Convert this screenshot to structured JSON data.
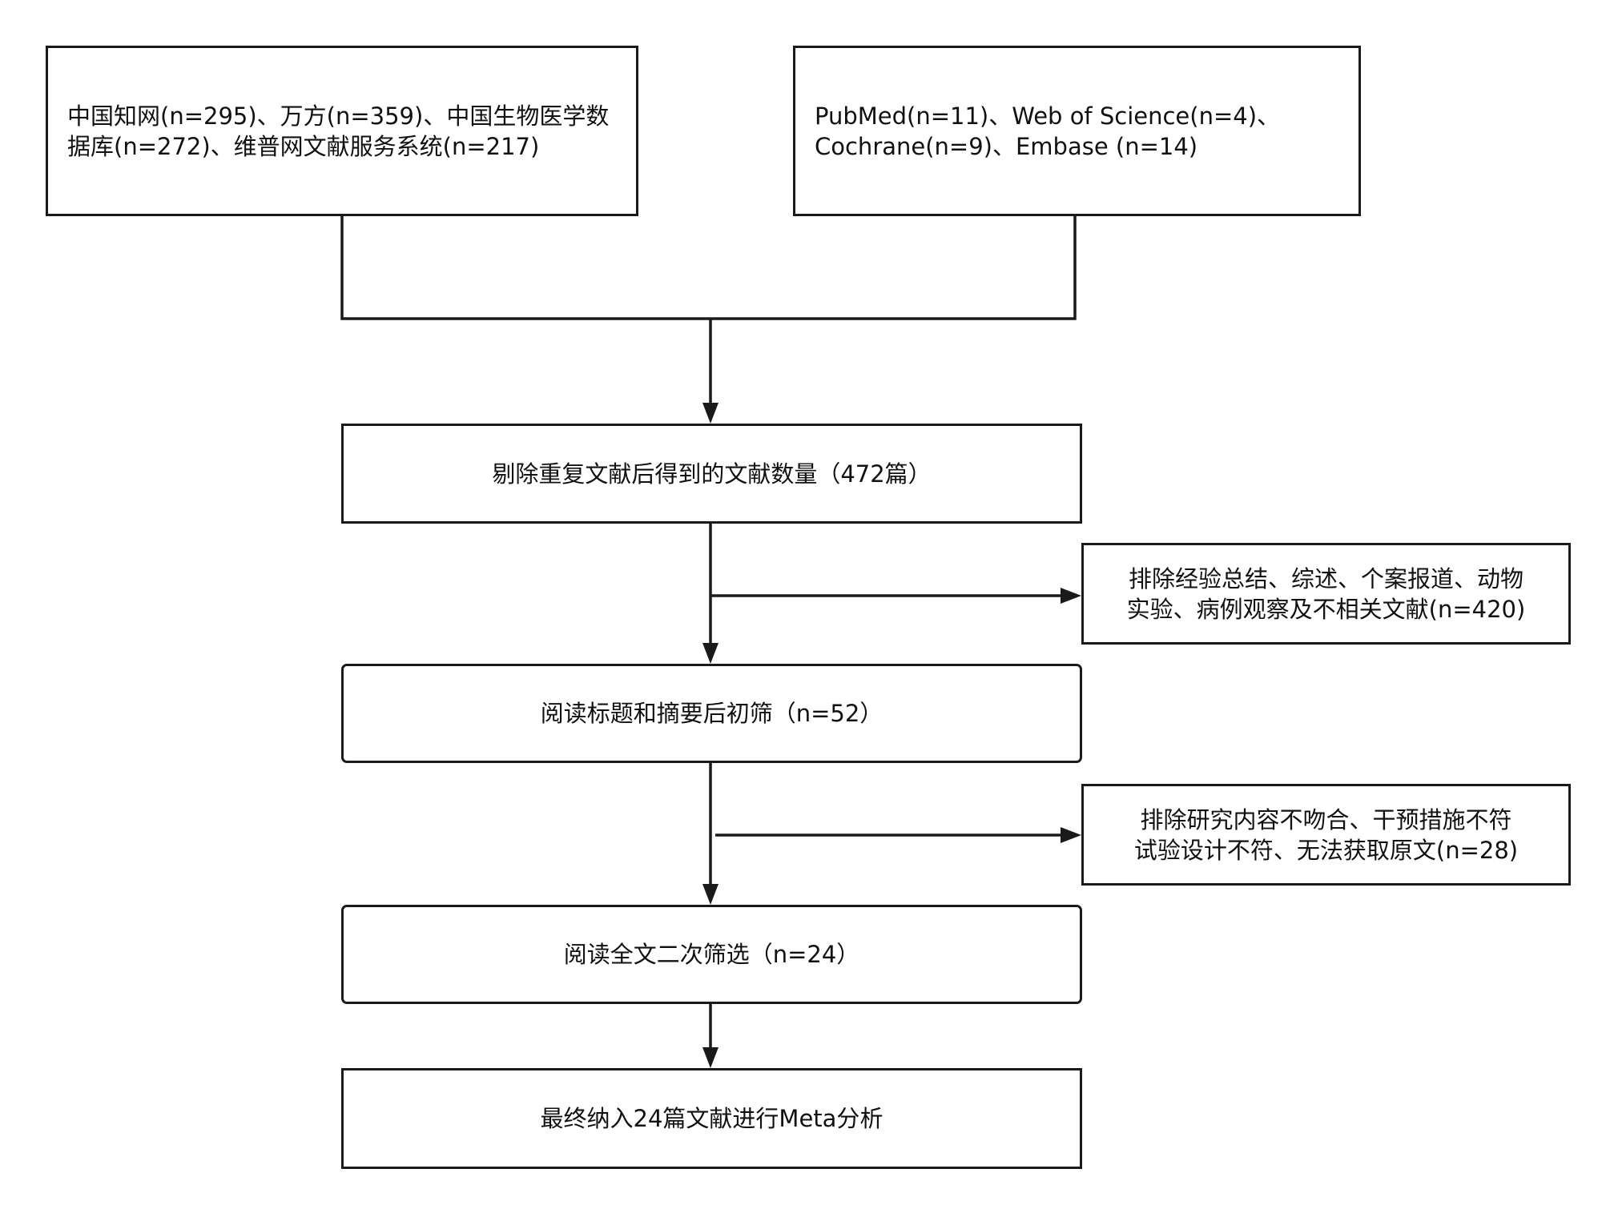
{
  "nodes": {
    "source_cn": {
      "lines": [
        "中国知网(n=295)、万方(n=359)、中国生物医学数",
        "据库(n=272)、维普网文献服务系统(n=217)"
      ]
    },
    "source_en": {
      "lines": [
        "PubMed(n=11)、Web of Science(n=4)、",
        "Cochrane(n=9)、Embase (n=14)"
      ]
    },
    "dedup": {
      "lines": [
        "剔除重复文献后得到的文献数量（472篇）"
      ]
    },
    "exclude_1": {
      "lines": [
        "排除经验总结、综述、个案报道、动物",
        "实验、病例观察及不相关文献(n=420)"
      ]
    },
    "title_abstract": {
      "lines": [
        "阅读标题和摘要后初筛（n=52）"
      ]
    },
    "exclude_2": {
      "lines": [
        "排除研究内容不吻合、干预措施不符",
        "试验设计不符、无法获取原文(n=28)"
      ]
    },
    "full_text": {
      "lines": [
        "阅读全文二次筛选（n=24）"
      ]
    },
    "final": {
      "lines": [
        "最终纳入24篇文献进行Meta分析"
      ]
    }
  },
  "edges": [
    {
      "from": "source_cn",
      "to": "dedup"
    },
    {
      "from": "source_en",
      "to": "dedup"
    },
    {
      "from": "dedup",
      "to": "title_abstract"
    },
    {
      "from": "dedup",
      "to": "exclude_1"
    },
    {
      "from": "title_abstract",
      "to": "full_text"
    },
    {
      "from": "title_abstract",
      "to": "exclude_2"
    },
    {
      "from": "full_text",
      "to": "final"
    }
  ]
}
